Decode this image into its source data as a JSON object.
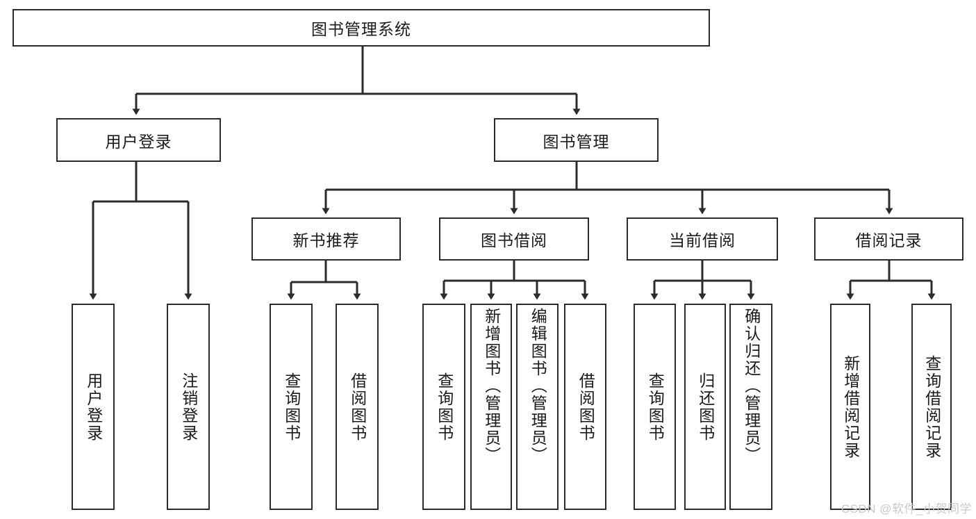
{
  "diagram": {
    "title": "图书管理系统",
    "type": "tree-diagram",
    "root": {
      "label": "图书管理系统"
    },
    "level2": [
      {
        "label": "用户登录"
      },
      {
        "label": "图书管理"
      }
    ],
    "level3": [
      {
        "label": "新书推荐"
      },
      {
        "label": "图书借阅"
      },
      {
        "label": "当前借阅"
      },
      {
        "label": "借阅记录"
      }
    ],
    "leaves": [
      {
        "label": "用户登录"
      },
      {
        "label": "注销登录"
      },
      {
        "label": "查询图书"
      },
      {
        "label": "借阅图书"
      },
      {
        "label": "查询图书"
      },
      {
        "label": "新增图书（管理员）"
      },
      {
        "label": "编辑图书（管理员）"
      },
      {
        "label": "借阅图书"
      },
      {
        "label": "查询图书"
      },
      {
        "label": "归还图书"
      },
      {
        "label": "确认归还（管理员）"
      },
      {
        "label": "新增借阅记录"
      },
      {
        "label": "查询借阅记录"
      }
    ],
    "watermark": "CSDN @软件_小贺同学",
    "colors": {
      "stroke": "#2b2b2b",
      "fill": "#ffffff",
      "text": "#1a1a1a",
      "watermark": "#c9c9c9"
    }
  }
}
